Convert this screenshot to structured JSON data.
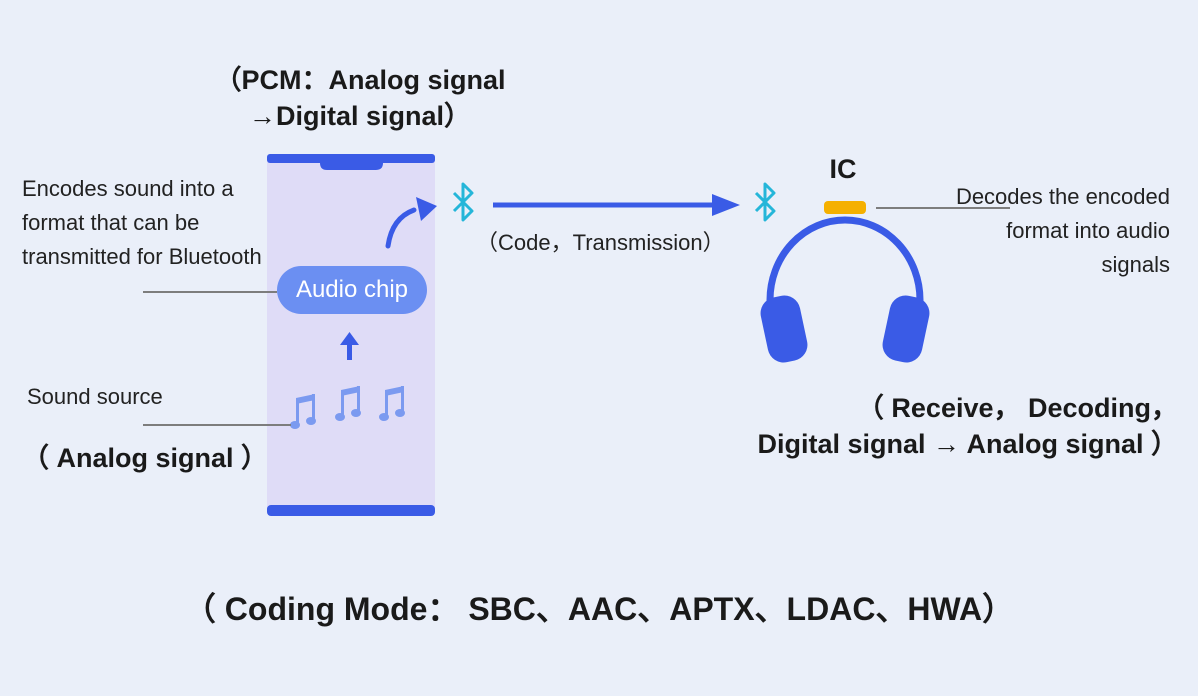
{
  "labels": {
    "pcm_line1": "（PCM：Analog signal",
    "pcm_line2": "→Digital signal）",
    "encode_note": "Encodes sound into a format that can be transmitted for Bluetooth",
    "audio_chip": "Audio chip",
    "sound_source": "Sound source",
    "analog_signal": "（ Analog signal ）",
    "transmission": "（Code，Transmission）",
    "ic": "IC",
    "decode_note": "Decodes the encoded format into audio signals",
    "receive_line1": "（ Receive， Decoding，",
    "receive_line2": "Digital signal → Analog signal ）",
    "coding_mode": "（ Coding Mode： SBC、AAC、APTX、LDAC、HWA）"
  },
  "icons": {
    "bluetooth": "bluetooth-icon",
    "music_note": "music-note-icon",
    "headphones": "headphones-icon",
    "phone": "phone-outline"
  },
  "colors": {
    "primary_blue": "#3a5be6",
    "phone_fill": "#dfdcf7",
    "chip_blue": "#6b8ff2",
    "note_blue": "#7b9af0",
    "bluetooth_cyan": "#25b6d9",
    "ic_orange": "#f5b000",
    "leader_gray": "#7d7d7d"
  }
}
